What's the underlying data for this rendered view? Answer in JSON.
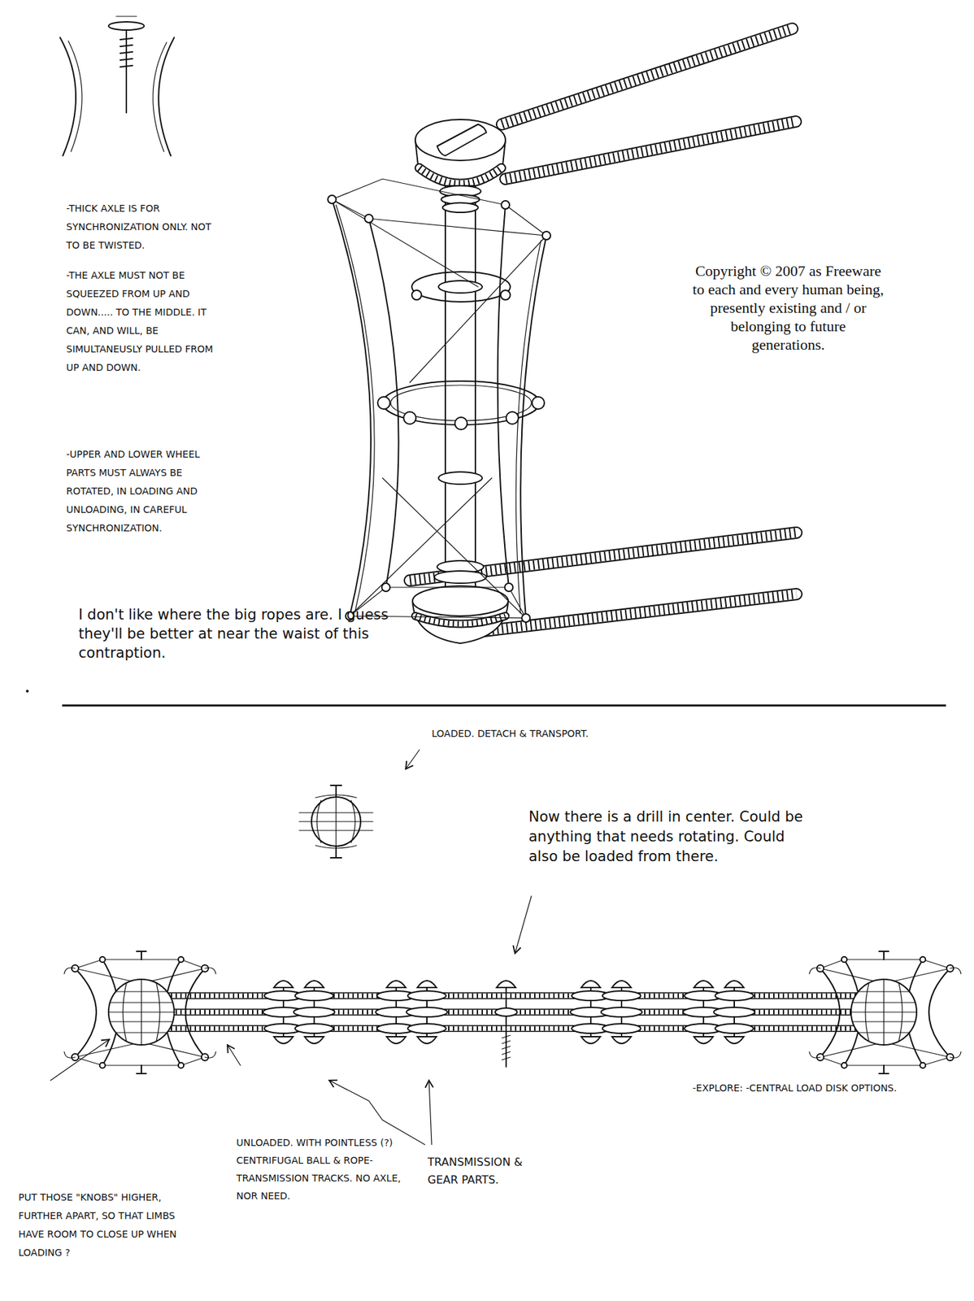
{
  "diagram": {
    "labels": [
      "-THICK AXLE IS FOR SYNCHRONIZATION ONLY. NOT TO BE TWISTED.",
      "-THE AXLE MUST NOT BE SQUEEZED FROM UP AND DOWN..... TO THE MIDDLE. IT CAN, AND WILL, BE SIMULTANEUSLY PULLED FROM UP AND DOWN.",
      "-UPPER AND LOWER WHEEL PARTS MUST ALWAYS BE ROTATED, IN LOADING AND UNLOADING, IN CAREFUL SYNCHRONIZATION.",
      "Copyright © 2007 as Freeware to each and every human being, presently existing and / or belonging to future generations.",
      "I don't like where the big ropes are. I guess they'll be better at near the waist of this contraption.",
      "LOADED. DETACH & TRANSPORT.",
      "Now there is a drill in center. Could be anything that needs rotating. Could also be loaded from there.",
      "PUT THOSE \"KNOBS\" HIGHER, FURTHER APART, SO THAT LIMBS HAVE ROOM TO CLOSE UP WHEN LOADING ?",
      "UNLOADED. WITH POINTLESS (?) CENTRIFUGAL BALL & ROPE-TRANSMISSION TRACKS. NO AXLE, NOR NEED.",
      "TRANSMISSION & GEAR PARTS.",
      "-EXPLORE: -CENTRAL LOAD DISK OPTIONS."
    ]
  }
}
